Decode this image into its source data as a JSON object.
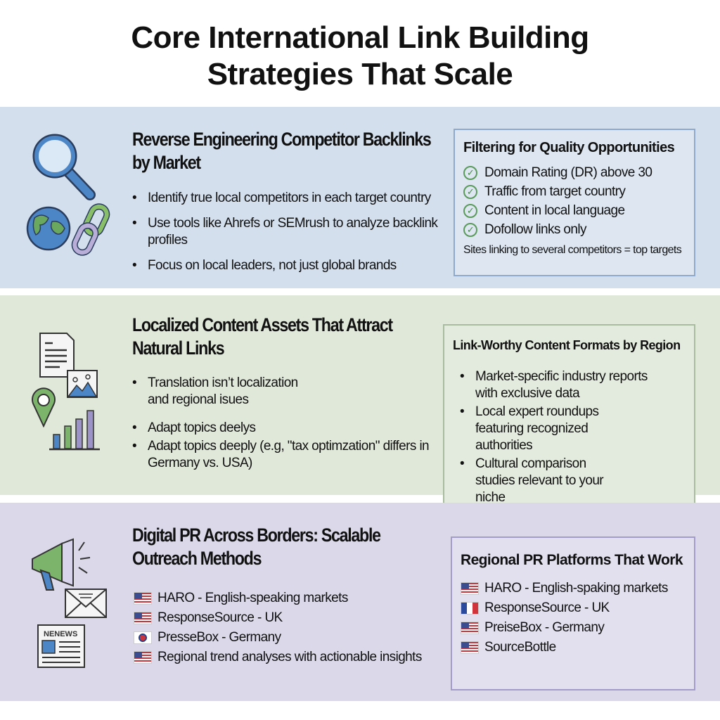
{
  "title": "Core International Link Building Strategies That Scale",
  "sections": [
    {
      "heading": "Reverse Engineering Competitor Backlinks by Market",
      "bullets": [
        "Identify true local competitors in each target country",
        "Use tools like Ahrefs or SEMrush to analyze backlink profiles",
        "Focus on local leaders, not just global brands"
      ],
      "box": {
        "title": "Filtering for Quality Opportunities",
        "items": [
          "Domain Rating (DR) above 30",
          "Traffic from target country",
          "Content in local language",
          "Dofollow links only"
        ],
        "footer": "Sites linking to several competitors = top targets"
      },
      "icons": [
        "magnifier-icon",
        "globe-icon",
        "chain-link-icon"
      ]
    },
    {
      "heading": "Localized Content Assets That Attract Natural Links",
      "bullets": [
        "Translation isn’t localization and regional isues",
        "Adapt topics deelys",
        "Adapt topics deeply (e.g, \"tax optimzation\" differs in Germany vs. USA)"
      ],
      "box": {
        "title": "Link-Worthy Content Formats by Region",
        "items": [
          "Market-specific industry reports with exclusive data",
          "Local expert roundups featuring recognized authorities",
          "Cultural comparison studies relevant to your niche"
        ]
      },
      "icons": [
        "document-icon",
        "image-icon",
        "map-pin-icon",
        "bar-chart-icon"
      ]
    },
    {
      "heading": "Digital PR Across Borders: Scalable Outreach Methods",
      "items": [
        {
          "flag": "us",
          "text": "HARO - English-speaking markets"
        },
        {
          "flag": "us",
          "text": "ResponseSource - UK"
        },
        {
          "flag": "kr",
          "text": "PresseBox - Germany"
        },
        {
          "flag": "us",
          "text": "Regional trend analyses with actionable insights"
        }
      ],
      "box": {
        "title": "Regional PR Platforms That Work",
        "items": [
          {
            "flag": "us",
            "text": "HARO - English-spaking markets"
          },
          {
            "flag": "fr",
            "text": "ResponseSource - UK"
          },
          {
            "flag": "us",
            "text": "PreiseBox - Germany"
          },
          {
            "flag": "us",
            "text": "SourceBottle"
          }
        ]
      },
      "icons": [
        "megaphone-icon",
        "envelope-icon",
        "newspaper-icon"
      ],
      "newspaper_label": "NENEWS"
    }
  ],
  "colors": {
    "band1": "#d4dfee",
    "band2": "#e0e8da",
    "band3": "#dbd8ea"
  }
}
